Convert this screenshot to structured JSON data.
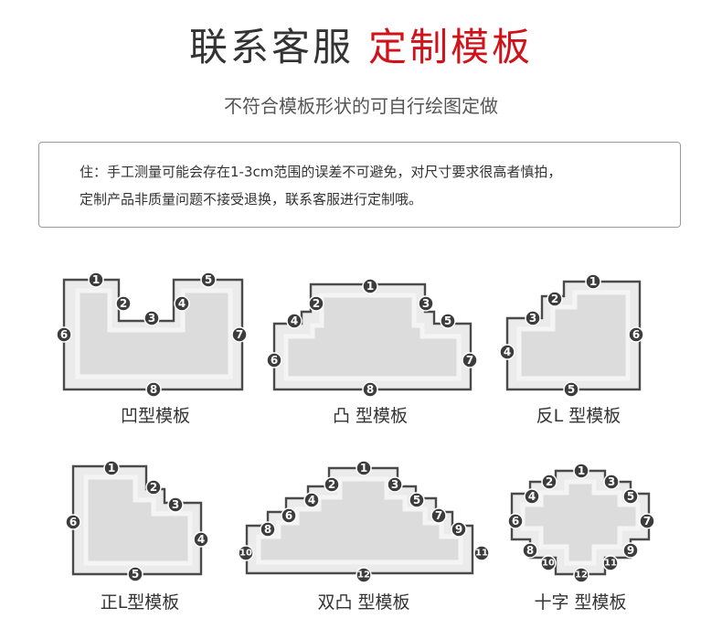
{
  "header": {
    "title_dark": "联系客服",
    "title_red": "定制模板",
    "subtitle": "不符合模板形状的可自行绘图定做"
  },
  "notice": {
    "line1": "住：手工测量可能会存在1-3cm范围的误差不可避免，对尺寸要求很高者慎拍，",
    "line2": "定制产品非质量问题不接受退换，联系客服进行定制哦。"
  },
  "colors": {
    "accent_red": "#d0121b",
    "outline": "#4a4a4a",
    "badge": "#3c3c3c",
    "fill": "#ebebeb"
  },
  "templates": [
    {
      "caption": "凹型模板",
      "markers": [
        "1",
        "2",
        "3",
        "4",
        "5",
        "6",
        "7",
        "8"
      ]
    },
    {
      "caption": "凸 型模板",
      "markers": [
        "1",
        "2",
        "3",
        "4",
        "5",
        "6",
        "7",
        "8"
      ]
    },
    {
      "caption": "反L 型模板",
      "markers": [
        "1",
        "2",
        "3",
        "4",
        "5",
        "6"
      ]
    },
    {
      "caption": "正L型模板",
      "markers": [
        "1",
        "2",
        "3",
        "4",
        "5",
        "6"
      ]
    },
    {
      "caption": "双凸 型模板",
      "markers": [
        "1",
        "2",
        "3",
        "4",
        "5",
        "6",
        "7",
        "8",
        "9",
        "10",
        "11",
        "12"
      ]
    },
    {
      "caption": "十字 型模板",
      "markers": [
        "1",
        "2",
        "3",
        "4",
        "5",
        "6",
        "7",
        "8",
        "9",
        "10",
        "11",
        "12"
      ]
    }
  ]
}
